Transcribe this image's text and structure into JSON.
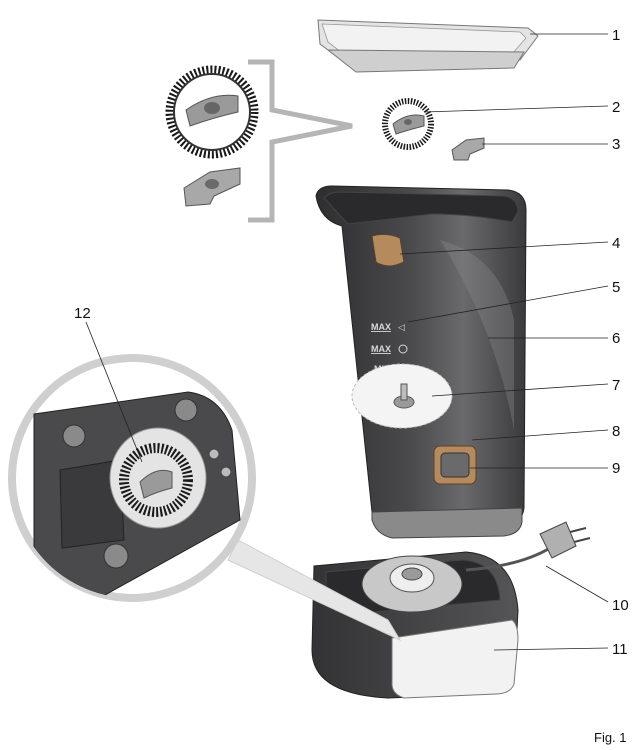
{
  "callouts": [
    "1",
    "2",
    "3",
    "4",
    "5",
    "6",
    "7",
    "8",
    "9",
    "10",
    "11",
    "12"
  ],
  "jug_markings": {
    "max_froth": "MAX",
    "max_heat": "MAX",
    "min": "MIN"
  },
  "figure_label": "Fig. 1",
  "colors": {
    "body_dark": "#3a3a3c",
    "body_mid": "#5a5a5c",
    "accent": "#b88a5a",
    "lid": "#dcdcdc",
    "base_light": "#eeeeee",
    "magnifier_ring": "#cfcfcf"
  }
}
